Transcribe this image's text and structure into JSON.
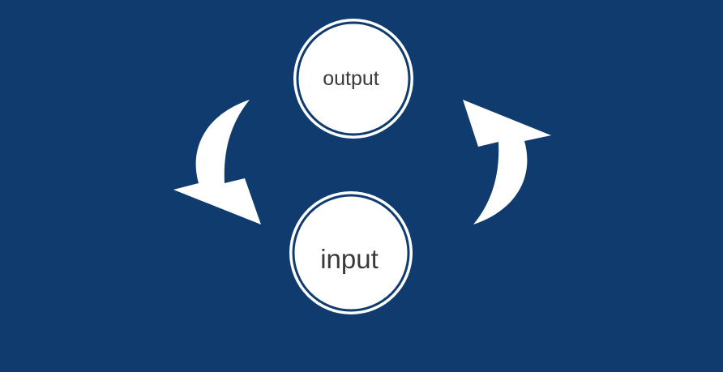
{
  "diagram": {
    "nodes": [
      {
        "id": "output",
        "label": "output"
      },
      {
        "id": "input",
        "label": "input"
      }
    ],
    "edges": [
      {
        "from": "output",
        "to": "input"
      },
      {
        "from": "input",
        "to": "output"
      }
    ]
  },
  "colors": {
    "background": "#0f3b6e",
    "node_fill": "#ffffff",
    "node_ring": "#ffffff",
    "node_border": "#0f3b6e",
    "label": "#3a3a3a",
    "arrow": "#ffffff"
  }
}
